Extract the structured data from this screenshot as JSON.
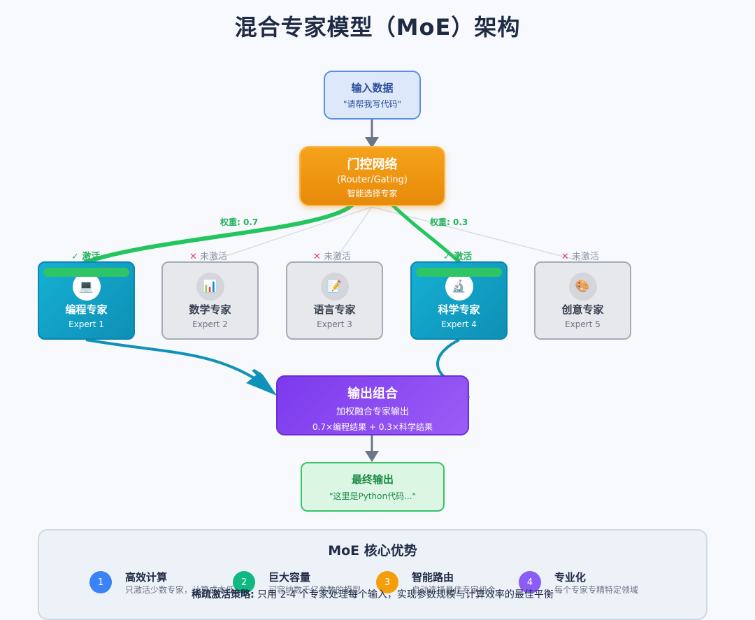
{
  "title": "混合专家模型（MoE）架构",
  "input": {
    "title": "输入数据",
    "example": "\"请帮我写代码\""
  },
  "gate": {
    "title": "门控网络",
    "subtitle": "(Router/Gating)",
    "desc": "智能选择专家"
  },
  "weights": {
    "left": "权重: 0.7",
    "right": "权重: 0.3"
  },
  "status_labels": {
    "active": "✓ 激活",
    "inactive_mark": "✕",
    "inactive": "未激活"
  },
  "experts": [
    {
      "name": "编程专家",
      "id": "Expert 1",
      "active": true,
      "icon": "laptop-icon",
      "glyph": "💻"
    },
    {
      "name": "数学专家",
      "id": "Expert 2",
      "active": false,
      "icon": "bar-chart-icon",
      "glyph": "📊"
    },
    {
      "name": "语言专家",
      "id": "Expert 3",
      "active": false,
      "icon": "pen-icon",
      "glyph": "📝"
    },
    {
      "name": "科学专家",
      "id": "Expert 4",
      "active": true,
      "icon": "microscope-icon",
      "glyph": "🔬"
    },
    {
      "name": "创意专家",
      "id": "Expert 5",
      "active": false,
      "icon": "palette-icon",
      "glyph": "🎨"
    }
  ],
  "output": {
    "title": "输出组合",
    "desc": "加权融合专家输出",
    "formula": "0.7×编程结果 + 0.3×科学结果"
  },
  "final": {
    "title": "最终输出",
    "example": "\"这里是Python代码...\""
  },
  "advantages": {
    "title": "MoE 核心优势",
    "items": [
      {
        "num": "1",
        "title": "高效计算",
        "desc": "只激活少数专家，计算成本低",
        "color": "#3b82f6"
      },
      {
        "num": "2",
        "title": "巨大容量",
        "desc": "可容纳数千亿参数的模型",
        "color": "#10b981"
      },
      {
        "num": "3",
        "title": "智能路由",
        "desc": "自动选择最佳专家组合",
        "color": "#f59e0b"
      },
      {
        "num": "4",
        "title": "专业化",
        "desc": "每个专家专精特定领域",
        "color": "#8b5cf6"
      }
    ],
    "strategy_label": "稀疏激活策略:",
    "strategy_text": " 只用 2-4 个专家处理每个输入，实现参数规模与计算效率的最佳平衡"
  },
  "colors": {
    "active_route": "#22c55e",
    "inactive_route": "#d8dde5",
    "expert_output_route": "#1092b8",
    "main_arrow": "#6b7689"
  }
}
